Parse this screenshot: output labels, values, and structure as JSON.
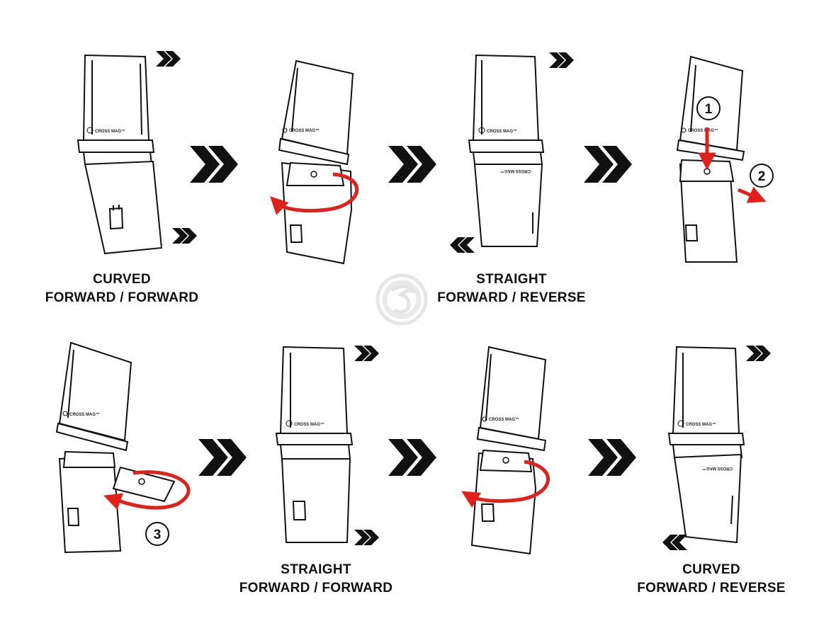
{
  "brand_label": "CROSS MAG™",
  "captions": [
    {
      "line1": "CURVED",
      "line2": "FORWARD / FORWARD"
    },
    {
      "line1": "STRAIGHT",
      "line2": "FORWARD / REVERSE"
    },
    {
      "line1": "STRAIGHT",
      "line2": "FORWARD / FORWARD"
    },
    {
      "line1": "CURVED",
      "line2": "FORWARD / REVERSE"
    }
  ],
  "steps": [
    "1",
    "2",
    "3"
  ],
  "colors": {
    "accent_red": "#e0201b",
    "ink": "#111111",
    "watermark": "#d9d9d9"
  },
  "icons": [
    "double-chevron-right-icon",
    "double-chevron-left-icon",
    "rotation-arrow-icon",
    "dragon-watermark-logo"
  ]
}
